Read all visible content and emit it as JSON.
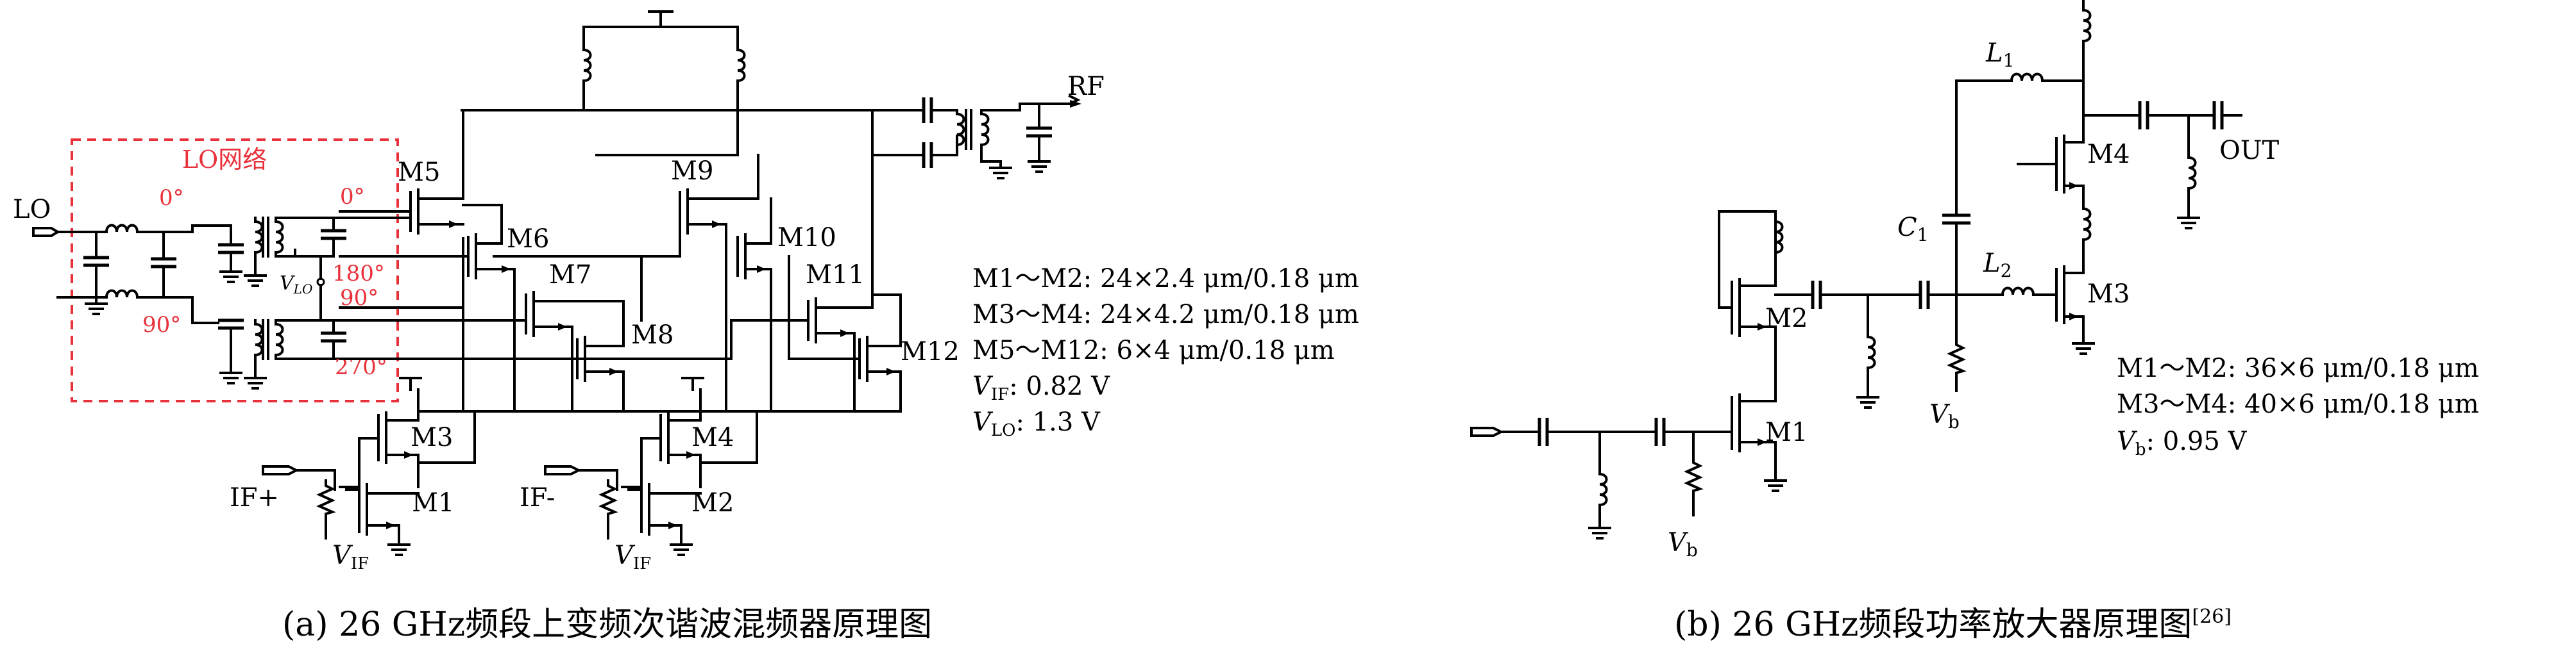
{
  "caption_a": "(a) 26 GHz频段上变频次谐波混频器原理图",
  "caption_b_main": "(b) 26 GHz频段功率放大器原理图",
  "caption_b_ref": "[26]",
  "mixer": {
    "lo_network_label": "LO网络",
    "lo_input": "LO",
    "rf_output": "RF",
    "if_plus": "IF+",
    "if_minus": "IF-",
    "v_if": "V",
    "v_if_sub": "IF",
    "v_lo": "V",
    "v_lo_sub": "LO",
    "phases": [
      "0°",
      "0°",
      "180°",
      "90°",
      "90°",
      "270°"
    ],
    "transistors": [
      "M1",
      "M2",
      "M3",
      "M4",
      "M5",
      "M6",
      "M7",
      "M8",
      "M9",
      "M10",
      "M11",
      "M12"
    ],
    "specs": [
      "M1～M2: 24×2.4 μm/0.18 μm",
      "M3～M4: 24×4.2 μm/0.18 μm",
      "M5～M12: 6×4 μm/0.18 μm"
    ],
    "spec_vif": ": 0.82 V",
    "spec_vlo": ": 1.3 V"
  },
  "pa": {
    "output": "OUT",
    "l1": "L",
    "l1_sub": "1",
    "l2": "L",
    "l2_sub": "2",
    "c1": "C",
    "c1_sub": "1",
    "vb": "V",
    "vb_sub": "b",
    "transistors": [
      "M1",
      "M2",
      "M3",
      "M4"
    ],
    "specs": [
      "M1～M2: 36×6 μm/0.18 μm",
      "M3～M4: 40×6 μm/0.18 μm"
    ],
    "spec_vb": ": 0.95 V"
  }
}
